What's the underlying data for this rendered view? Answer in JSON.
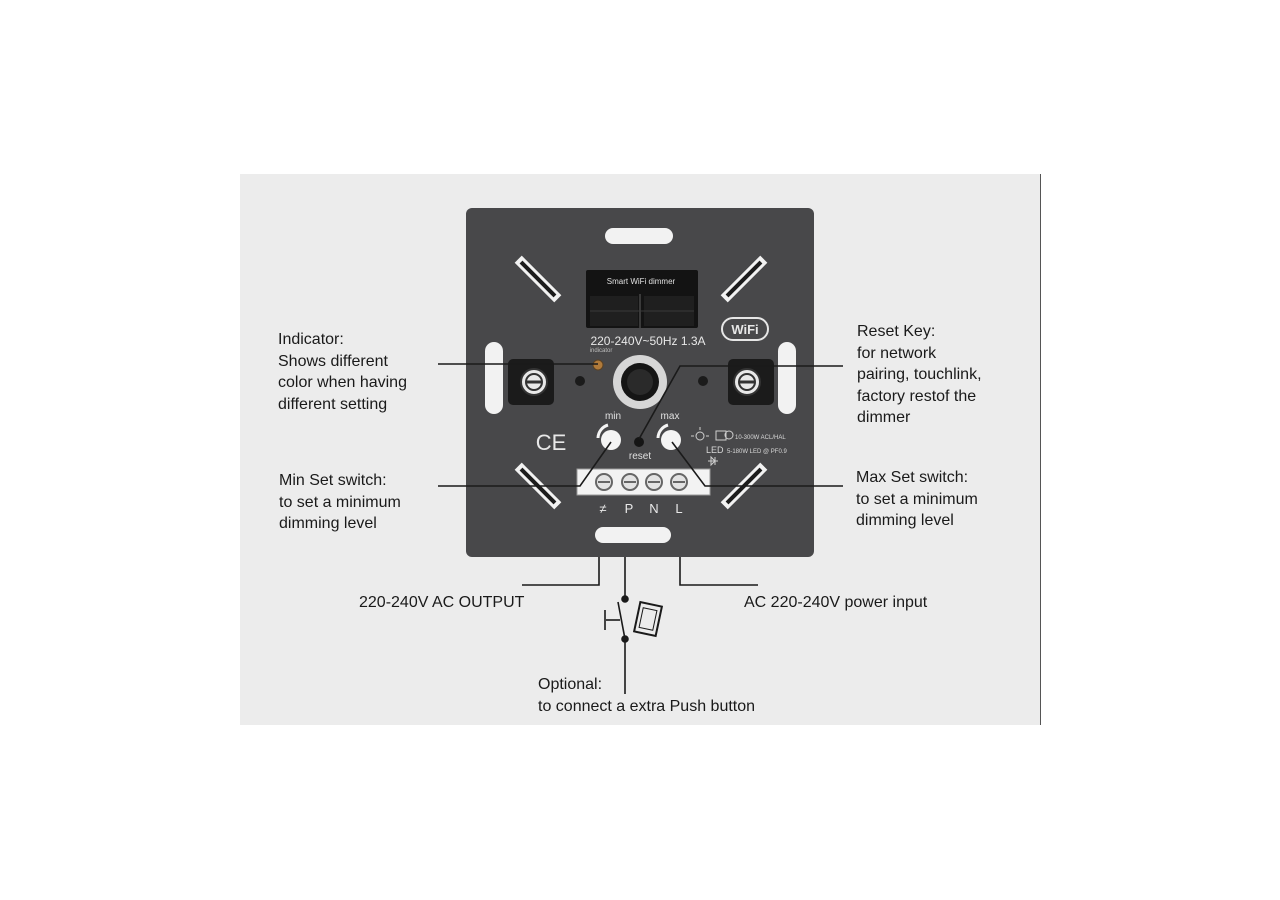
{
  "device": {
    "model_label": "Smart WiFi dimmer",
    "rating": "220-240V~50Hz 1.3A",
    "indicator_label": "indicator",
    "wifi_badge": "WiFi",
    "min_label": "min",
    "max_label": "max",
    "reset_label": "reset",
    "ce_mark": "CE",
    "load_halogen": "10-300W ACL/HAL",
    "load_led_prefix": "LED",
    "load_led": "5-180W LED @ PF0.9",
    "terminals": [
      "≠",
      "P",
      "N",
      "L"
    ]
  },
  "callouts": {
    "indicator": [
      "Indicator:",
      "Shows different",
      "color when having",
      "different setting"
    ],
    "reset": [
      "Reset Key:",
      "for network",
      "pairing, touchlink,",
      "factory restof the",
      "dimmer"
    ],
    "min": [
      "Min Set switch:",
      "to set a minimum",
      "dimming level"
    ],
    "max": [
      "Max Set switch:",
      "to set a minimum",
      "dimming level"
    ],
    "output": [
      "220-240V AC OUTPUT"
    ],
    "input": [
      "AC 220-240V power input"
    ],
    "optional": [
      "Optional:",
      "to connect a extra Push button"
    ]
  },
  "colors": {
    "panel_bg": "#ececec",
    "device_body": "#48484a",
    "leader_line": "#1a1a1a",
    "indicator_led": "#b07a3a"
  }
}
